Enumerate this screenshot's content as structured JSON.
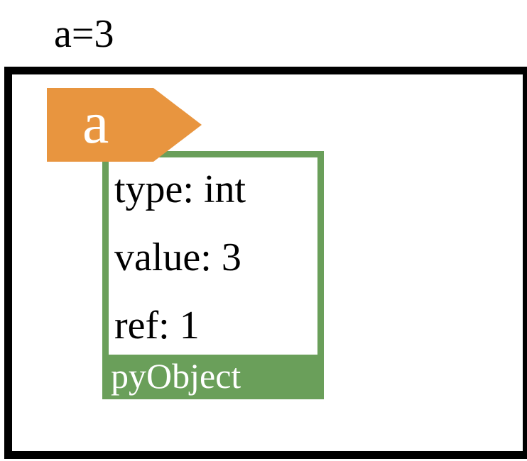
{
  "caption": "a=3",
  "variable": {
    "name": "a",
    "color": "#e8953f"
  },
  "object": {
    "lines": [
      "type: int",
      "value: 3",
      "ref: 1"
    ],
    "footer": "pyObject",
    "color": "#6a9f5a"
  },
  "frame": {
    "border_color": "#000000"
  }
}
